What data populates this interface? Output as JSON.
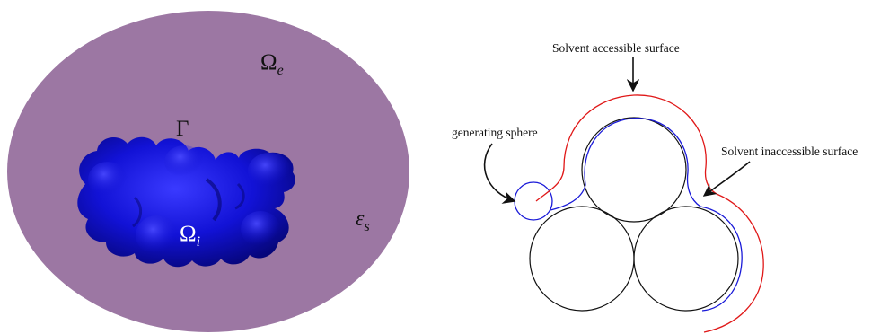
{
  "left_panel": {
    "omega_e": {
      "main": "Ω",
      "sub": "e"
    },
    "gamma": "Γ",
    "omega_i": {
      "main": "Ω",
      "sub": "i"
    },
    "epsilon_s": {
      "main": "ε",
      "sub": "s"
    },
    "colors": {
      "domain": "#9c77a3",
      "molecule": "#1010d8",
      "molecule_dark": "#05056e"
    }
  },
  "right_panel": {
    "labels": {
      "accessible": "Solvent accessible surface",
      "inaccessible": "Solvent inaccessible surface",
      "generating": "generating sphere"
    },
    "colors": {
      "accessible": "#e01818",
      "inaccessible": "#1a1ad8",
      "atoms": "#111111",
      "arrows": "#111111"
    }
  }
}
